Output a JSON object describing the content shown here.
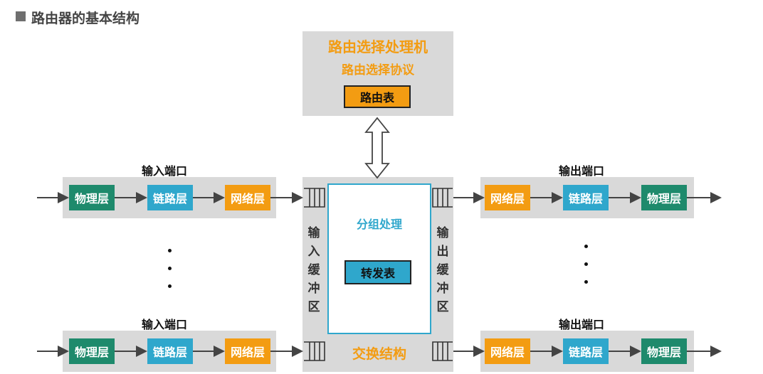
{
  "title": "路由器的基本结构",
  "routing_processor": {
    "title": "路由选择处理机",
    "protocol": "路由选择协议",
    "table": "路由表"
  },
  "switch_fabric": {
    "label": "交换结构",
    "packet_processing": "分组处理",
    "forwarding_table": "转发表",
    "input_buffer": [
      "输",
      "入",
      "缓",
      "冲",
      "区"
    ],
    "output_buffer": [
      "输",
      "出",
      "缓",
      "冲",
      "区"
    ]
  },
  "input_ports": {
    "label": "输入端口",
    "layers": [
      "物理层",
      "链路层",
      "网络层"
    ]
  },
  "output_ports": {
    "label": "输出端口",
    "layers": [
      "网络层",
      "链路层",
      "物理层"
    ]
  },
  "colors": {
    "physical": "#1e8a6c",
    "link": "#2fa7cc",
    "network": "#f39c12",
    "panel": "#d9d9d9"
  }
}
